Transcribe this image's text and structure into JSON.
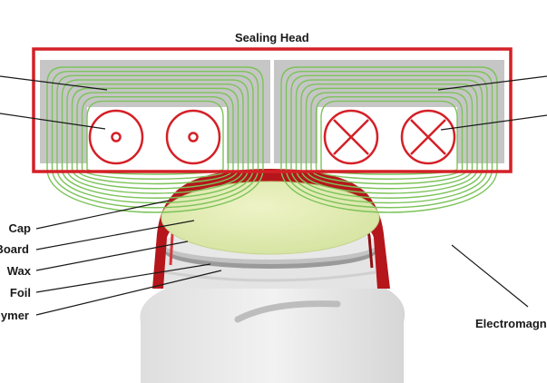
{
  "diagram": {
    "title": "Sealing Head",
    "left_labels": {
      "cap": "Cap",
      "board": "Board",
      "wax": "Wax",
      "foil": "Foil",
      "polymer": "lymer"
    },
    "right_labels": {
      "electromagnetic": "Electromagne"
    },
    "colors": {
      "head_frame": "#d42027",
      "cap_red": "#b5161b",
      "field_lines": "#7cc35a",
      "core_gray": "#c6c6c6",
      "coil": "#d42027",
      "board_disc": "#dfe9b0",
      "jar": "#e9e9e9",
      "callout_line": "#1a1a1a"
    },
    "icons": {
      "left_coils": "current-out-of-page-icon",
      "right_coils": "current-into-page-icon"
    }
  }
}
